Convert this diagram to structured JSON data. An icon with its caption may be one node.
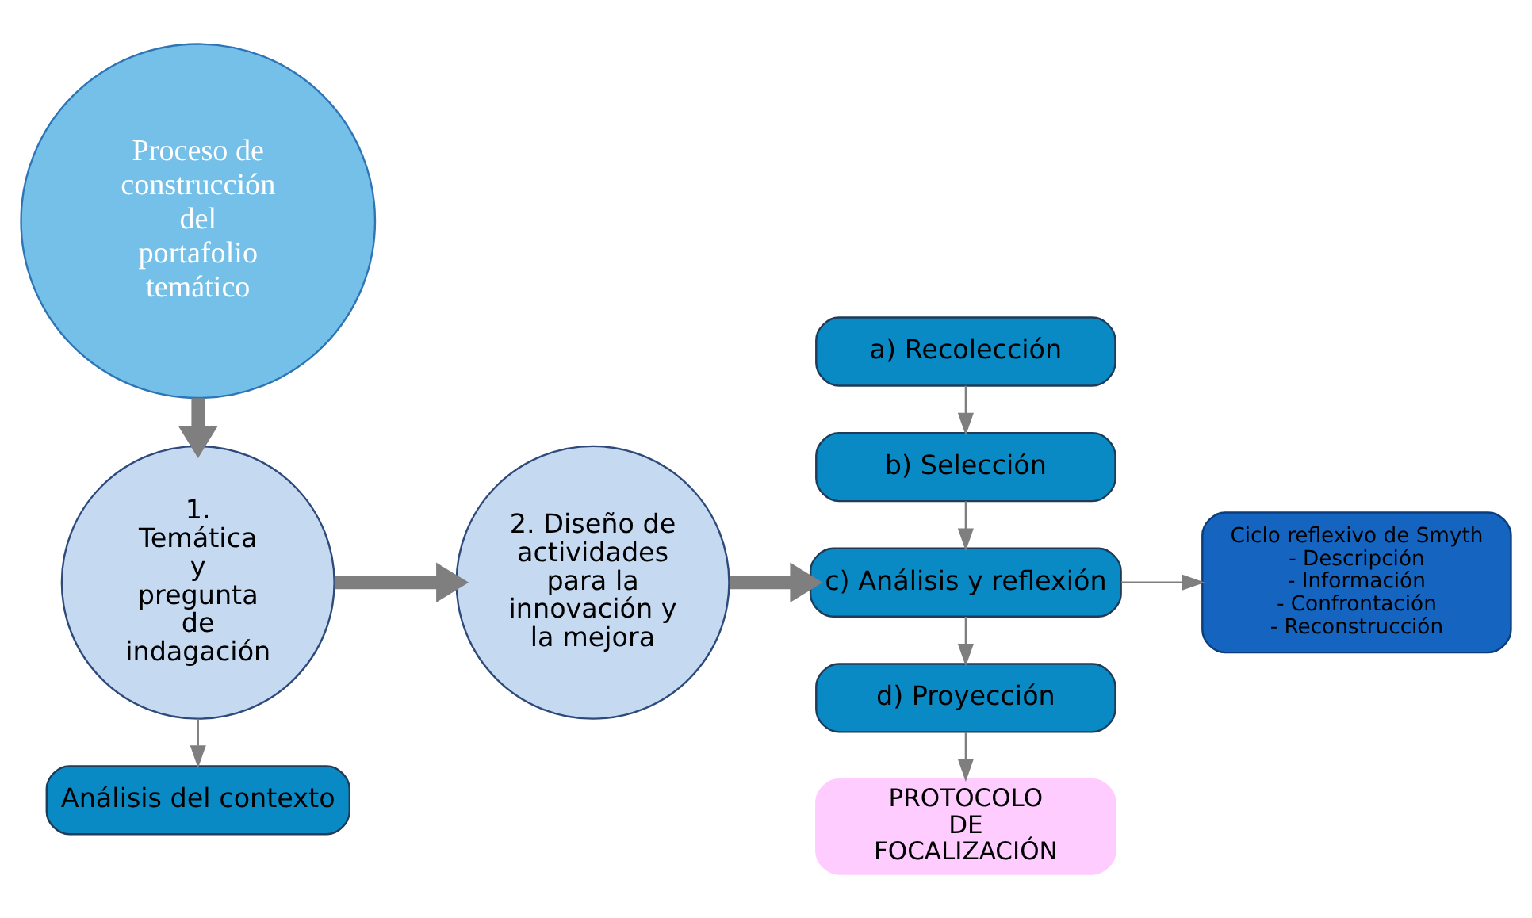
{
  "diagram": {
    "nodes": [
      {
        "text": [
          "Proceso de construcción del portafolio temático"
        ]
      },
      {
        "text": [
          "1. Temática y pregunta de indagación"
        ]
      },
      {
        "text": [
          "2. Diseño de actividades para la innovación y la mejora"
        ]
      },
      {
        "text": [
          "Análisis del contexto"
        ]
      },
      {
        "text": [
          "a) Recolección"
        ]
      },
      {
        "text": [
          "b) Selección"
        ]
      },
      {
        "text": [
          "c) Análisis y reflexión"
        ]
      },
      {
        "text": [
          "d) Proyección"
        ]
      },
      {
        "text": [
          "PROTOCOLO DE FOCALIZACIÓN"
        ]
      },
      {
        "text": [
          "Ciclo reflexivo de Smyth",
          "- Descripción",
          "- Información",
          "- Confrontación",
          "- Reconstrucción"
        ]
      }
    ],
    "edges": [
      {
        "from": 0,
        "to": 1,
        "arrow": "to",
        "style": "thick"
      },
      {
        "from": 1,
        "to": 3,
        "arrow": "to"
      },
      {
        "from": 1,
        "to": 2,
        "arrow": "to",
        "style": "thick"
      },
      {
        "from": 2,
        "to": 6,
        "arrow": "to",
        "style": "thick"
      },
      {
        "from": 4,
        "to": 5,
        "arrow": "to"
      },
      {
        "from": 5,
        "to": 6,
        "arrow": "to"
      },
      {
        "from": 6,
        "to": 7,
        "arrow": "to"
      },
      {
        "from": 7,
        "to": 8,
        "arrow": "to"
      },
      {
        "from": 6,
        "to": 9,
        "arrow": "to"
      }
    ]
  }
}
